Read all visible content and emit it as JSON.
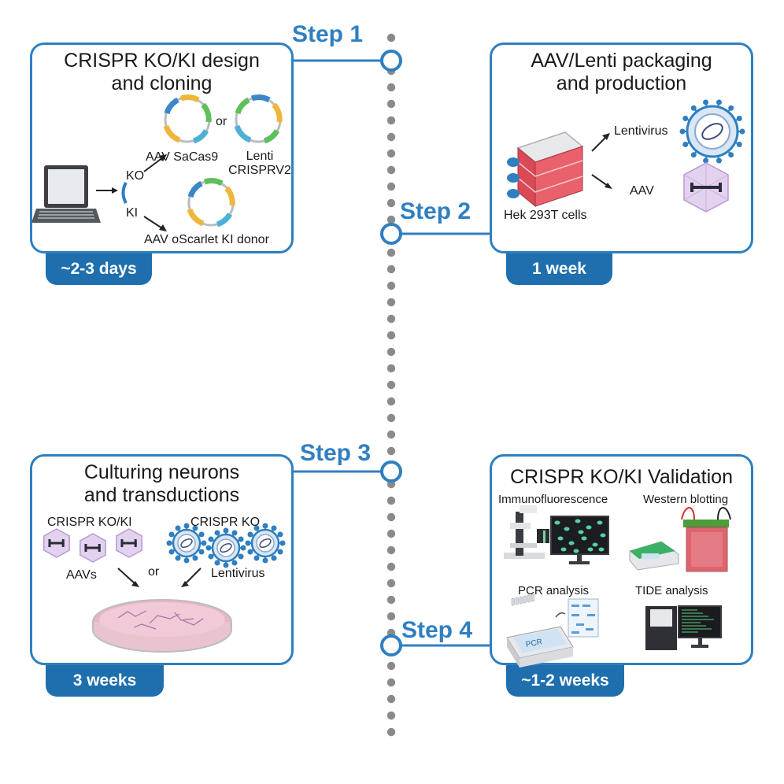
{
  "colors": {
    "accent": "#2f7fc1",
    "tab": "#1f6fae",
    "dots": "#8a8a8a"
  },
  "steps": [
    {
      "label": "Step 1",
      "title_line1": "CRISPR KO/KI design",
      "title_line2": "and cloning",
      "duration": "~2-3 days"
    },
    {
      "label": "Step 2",
      "title_line1": "AAV/Lenti packaging",
      "title_line2": "and production",
      "duration": "1 week"
    },
    {
      "label": "Step 3",
      "title_line1": "Culturing neurons",
      "title_line2": "and transductions",
      "duration": "3 weeks"
    },
    {
      "label": "Step 4",
      "title_line1": "CRISPR KO/KI Validation",
      "title_line2": "",
      "duration": "~1-2 weeks"
    }
  ],
  "step1": {
    "ko": "KO",
    "ki": "KI",
    "or": "or",
    "aav_sacas9": "AAV SaCas9",
    "lenti_line1": "Lenti",
    "lenti_line2": "CRISPRV2",
    "ki_donor": "AAV oScarlet KI donor"
  },
  "step2": {
    "lentivirus": "Lentivirus",
    "aav": "AAV",
    "cells": "Hek 293T cells"
  },
  "step3": {
    "crispr_koki": "CRISPR KO/KI",
    "crispr_ko": "CRISPR KO",
    "aavs": "AAVs",
    "or": "or",
    "lentivirus": "Lentivirus"
  },
  "step4": {
    "immuno": "Immunofluorescence",
    "western": "Western blotting",
    "pcr_analysis": "PCR analysis",
    "tide": "TIDE analysis",
    "pcr_device": "PCR"
  }
}
